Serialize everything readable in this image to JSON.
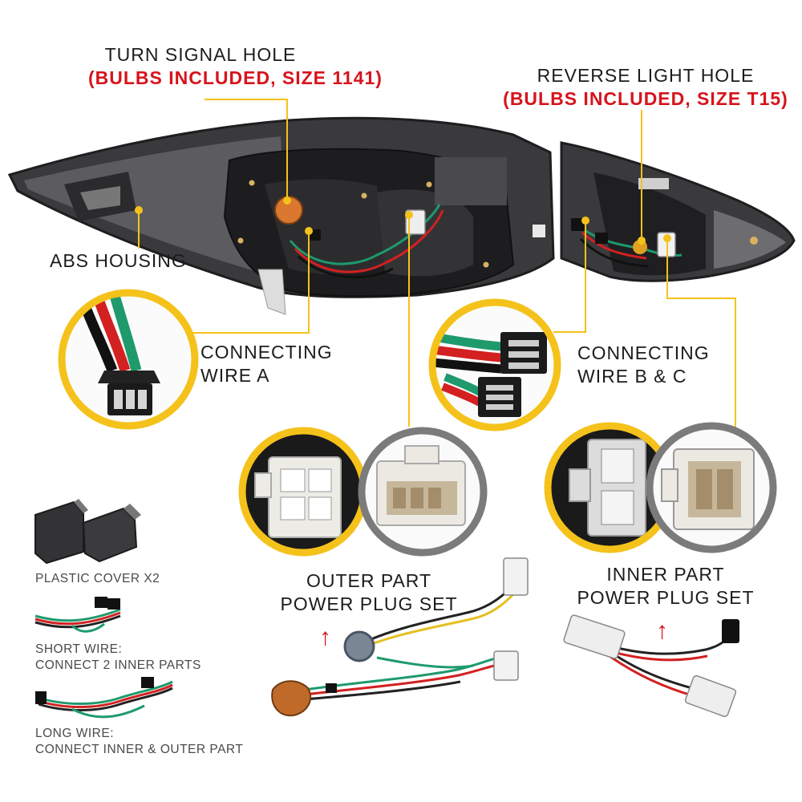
{
  "labels": {
    "turn_signal_title": "TURN SIGNAL HOLE",
    "turn_signal_note": "(BULBS INCLUDED, SIZE 1141)",
    "reverse_title": "REVERSE LIGHT HOLE",
    "reverse_note": "(BULBS INCLUDED, SIZE T15)",
    "abs_housing": "ABS HOUSING",
    "wire_a_line1": "CONNECTING",
    "wire_a_line2": "WIRE A",
    "wire_bc_line1": "CONNECTING",
    "wire_bc_line2": "WIRE B & C",
    "outer_line1": "OUTER PART",
    "outer_line2": "POWER PLUG SET",
    "inner_line1": "INNER PART",
    "inner_line2": "POWER PLUG SET"
  },
  "accessories": {
    "plastic_cover": "PLASTIC COVER X2",
    "short_wire_line1": "SHORT WIRE:",
    "short_wire_line2": "CONNECT 2 INNER PARTS",
    "long_wire_line1": "LONG WIRE:",
    "long_wire_line2": "CONNECT INNER & OUTER PART"
  },
  "icons": {
    "arrow": "↑"
  },
  "colors": {
    "callout_yellow": "#f4c21b",
    "accent_red": "#d6141c",
    "housing_dark": "#2a2a2c",
    "text_dark": "#1c1c1c"
  }
}
